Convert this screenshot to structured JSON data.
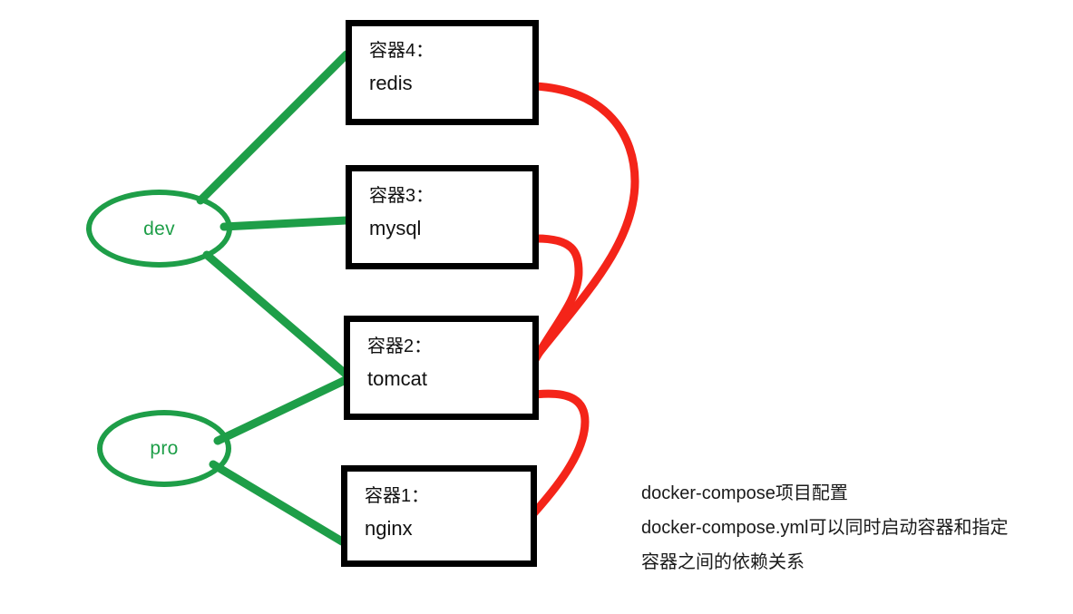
{
  "diagram": {
    "title_text": "docker-compose dependency diagram",
    "colors": {
      "edge_green": "#1E9E48",
      "edge_red": "#F42419",
      "box_border": "#000000",
      "text": "#111111",
      "background": "#FFFFFF"
    },
    "environments": [
      {
        "id": "dev",
        "label": "dev"
      },
      {
        "id": "pro",
        "label": "pro"
      }
    ],
    "containers": [
      {
        "id": "c4",
        "title": "容器4：",
        "name": "redis"
      },
      {
        "id": "c3",
        "title": "容器3：",
        "name": "mysql"
      },
      {
        "id": "c2",
        "title": "容器2：",
        "name": "tomcat"
      },
      {
        "id": "c1",
        "title": "容器1：",
        "name": "nginx"
      }
    ],
    "env_links": [
      {
        "from": "dev",
        "to": "c4"
      },
      {
        "from": "dev",
        "to": "c3"
      },
      {
        "from": "dev",
        "to": "c2"
      },
      {
        "from": "pro",
        "to": "c2"
      },
      {
        "from": "pro",
        "to": "c1"
      }
    ],
    "dependency_links": [
      {
        "from": "c4",
        "to": "c2"
      },
      {
        "from": "c3",
        "to": "c2"
      },
      {
        "from": "c2",
        "to": "c1"
      }
    ],
    "caption": {
      "lines": [
        "docker-compose项目配置",
        "docker-compose.yml可以同时启动容器和指定",
        "容器之间的依赖关系"
      ]
    }
  }
}
